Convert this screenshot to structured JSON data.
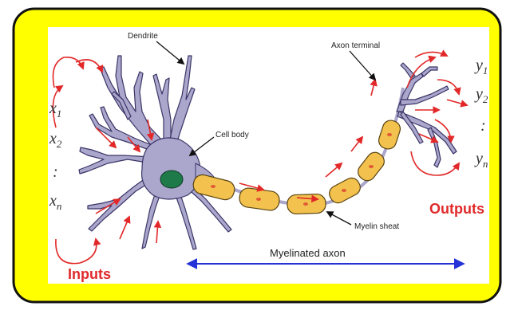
{
  "colors": {
    "background": "#ffff00",
    "neuron_fill": "#aaa6cc",
    "neuron_stroke": "#3a3566",
    "myelin": "#f2c14e",
    "nucleus": "#1f7a4a",
    "arrow_red": "#e22828",
    "axon_arrow": "#2432d8"
  },
  "labels": {
    "dendrite": "Dendrite",
    "cell_body": "Cell body",
    "axon_terminal": "Axon terminal",
    "myelin_sheath": "Myelin sheat",
    "myelinated_axon": "Myelinated axon",
    "inputs": "Inputs",
    "outputs": "Outputs"
  },
  "inputs": [
    "x",
    "x",
    ":",
    "x"
  ],
  "input_subs": [
    "1",
    "2",
    "",
    "n"
  ],
  "outputs": [
    "y",
    "y",
    ":",
    "y"
  ],
  "output_subs": [
    "1",
    "2",
    "",
    "n"
  ]
}
